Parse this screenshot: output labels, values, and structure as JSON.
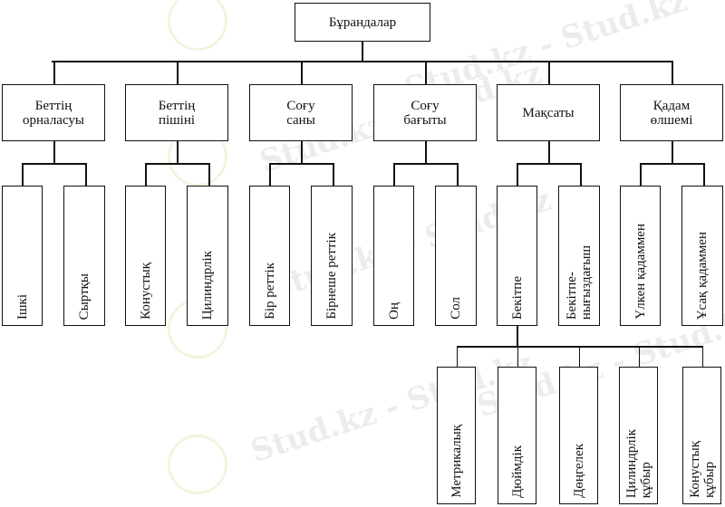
{
  "root": "Бұрандалар",
  "categories": [
    {
      "label": [
        "Беттің",
        "орналасуы"
      ],
      "children": [
        [
          "Ішкі"
        ],
        [
          "Сыртқы"
        ]
      ]
    },
    {
      "label": [
        "Беттің",
        "пішіні"
      ],
      "children": [
        [
          "Конустық"
        ],
        [
          "Цилиндрлік"
        ]
      ]
    },
    {
      "label": [
        "Соғу",
        "саны"
      ],
      "children": [
        [
          "Бір реттік"
        ],
        [
          "Бірнеше реттік"
        ]
      ]
    },
    {
      "label": [
        "Соғу",
        "бағыты"
      ],
      "children": [
        [
          "Оң"
        ],
        [
          "Сол"
        ]
      ]
    },
    {
      "label": [
        "Мақсаты"
      ],
      "children": [
        [
          "Бекітпе"
        ],
        [
          "Бекітпе-",
          "нығыздағыш"
        ]
      ]
    },
    {
      "label": [
        "Қадам",
        "өлшемі"
      ],
      "children": [
        [
          "Үлкен қадаммен"
        ],
        [
          "Ұсақ қадаммен"
        ]
      ]
    }
  ],
  "subcategories": [
    [
      "Метрикалық"
    ],
    [
      "Дюймдік"
    ],
    [
      "Дөңгелек"
    ],
    [
      "Цилиндрлік",
      "құбыр"
    ],
    [
      "Конустық",
      "құбыр"
    ]
  ],
  "watermark": "Stud.kz - Stud.kz"
}
